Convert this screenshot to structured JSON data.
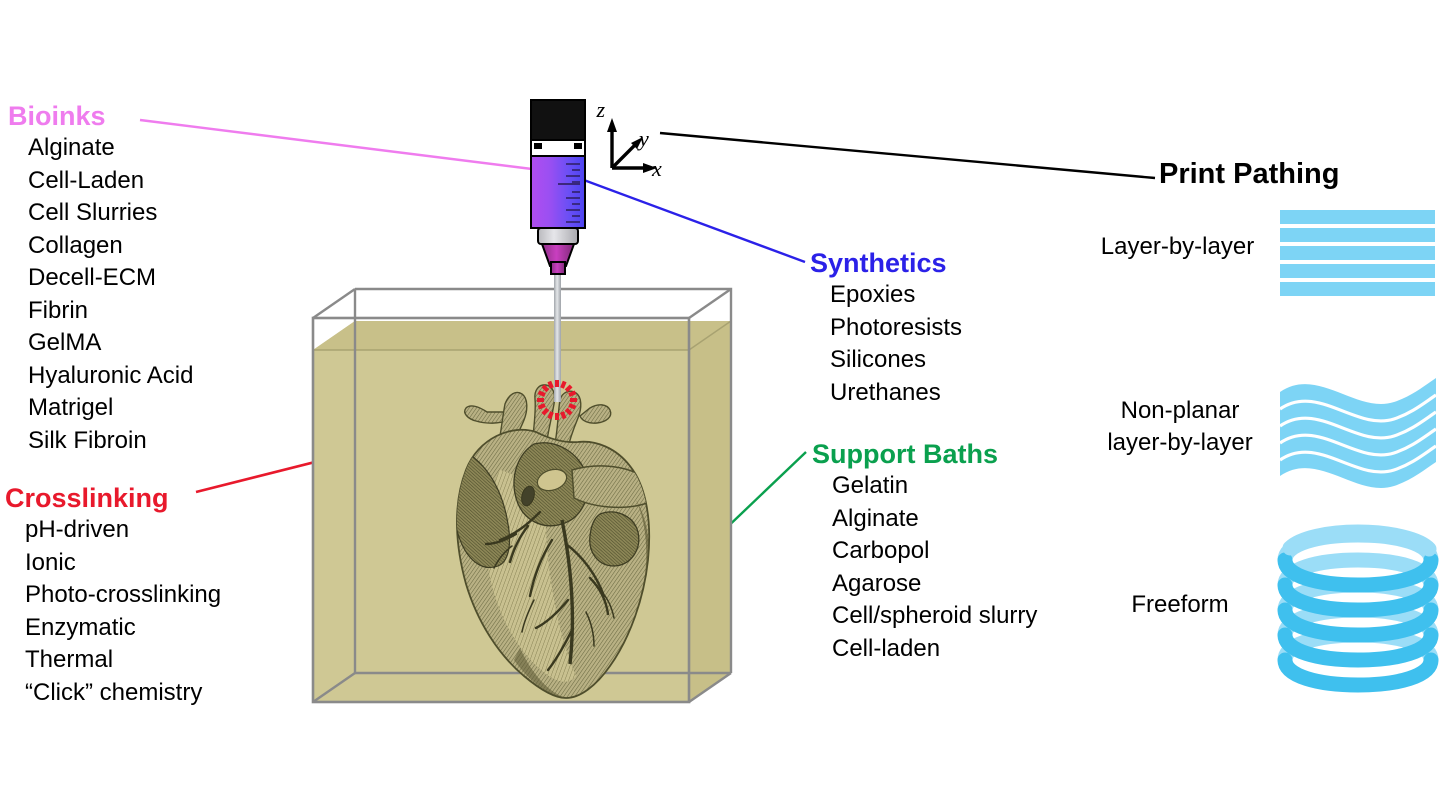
{
  "figure": {
    "type": "scientific-schematic",
    "subject": "Embedded 3D bioprinting of a heart in a support bath"
  },
  "colors": {
    "bioinks": "#ef7cee",
    "crosslinking": "#e8192c",
    "synthetics": "#2b21e8",
    "support_baths": "#0aa04e",
    "print_pathing": "#000000",
    "bath_fill": "#cfc894",
    "bath_fill_shadow": "#c3bb86",
    "tank_edge": "#8a8a8a",
    "cyan": "#7dd4f5",
    "cyan_dark": "#46bde8",
    "heart_ink": "#6b6a42",
    "needle": "#b9bcc0"
  },
  "bioinks": {
    "title": "Bioinks",
    "items": [
      "Alginate",
      "Cell-Laden",
      "Cell Slurries",
      "Collagen",
      "Decell-ECM",
      "Fibrin",
      "GelMA",
      "Hyaluronic Acid",
      "Matrigel",
      "Silk Fibroin"
    ]
  },
  "crosslinking": {
    "title": "Crosslinking",
    "items": [
      "pH-driven",
      "Ionic",
      "Photo-crosslinking",
      "Enzymatic",
      "Thermal",
      "“Click” chemistry"
    ]
  },
  "synthetics": {
    "title": "Synthetics",
    "items": [
      "Epoxies",
      "Photoresists",
      "Silicones",
      "Urethanes"
    ]
  },
  "support_baths": {
    "title": "Support Baths",
    "items": [
      "Gelatin",
      "Alginate",
      "Carbopol",
      "Agarose",
      "Cell/spheroid slurry",
      "Cell-laden"
    ]
  },
  "print_pathing": {
    "title": "Print Pathing",
    "modes": [
      {
        "label": "Layer-by-layer",
        "icon": "stacked-lines-icon"
      },
      {
        "label": "Non-planar\nlayer-by-layer",
        "label_line1": "Non-planar",
        "label_line2": "layer-by-layer",
        "icon": "wavy-lines-icon"
      },
      {
        "label": "Freeform",
        "icon": "helix-coil-icon"
      }
    ]
  },
  "axes": {
    "z": "z",
    "y": "y",
    "x": "x"
  },
  "scene": {
    "syringe": "syringe-printhead",
    "tank": "support-bath-tank",
    "print_target": "anatomical-heart",
    "crosslink_marker": "red-dashed-ring"
  }
}
